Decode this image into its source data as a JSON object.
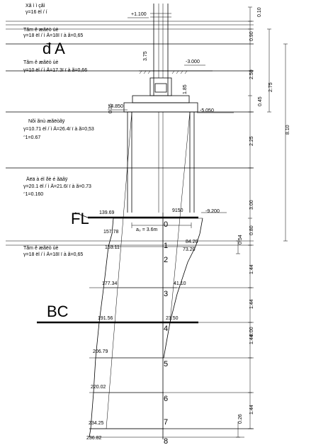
{
  "labels": {
    "da": "đ A",
    "fl": "FL",
    "bc": "BC",
    "pile_width": "a₀ = 3.6m"
  },
  "soil_layers": [
    {
      "l1": "Xã ì ì çãì",
      "l2": "γ=16 ël / í"
    },
    {
      "l1": "Tãm ê æãëò ùè",
      "l2": "γ=18 ël / ì  Ä=18ï ï à   ã=0,65"
    },
    {
      "l1": "Tãm ê æãëò ùè",
      "l2": "γ=10 ël / ì  Ä=17.3ï ï à  ã=0,66"
    },
    {
      "l1": "Nõi ãnù æãëòãÿ",
      "l2": "γ=10.71 ël / ì  Ä=26.4ï ï à  ã=0,53",
      "l3": "ᵔ1=0.67"
    },
    {
      "l1": "Äëä à él ðè é ãäãÿ",
      "l2": "γ=20.1 ël / ì  Ä=21.6ï ï à  ã=0.73",
      "l3": "ᵔ1=0.160"
    },
    {
      "l1": "Tãm ê æãëò ùè",
      "l2": "γ=18 ël / ì  Ä=18ï ï à  ã=0,65"
    }
  ],
  "elevations": {
    "top": "+1.100",
    "ground": "-3.000",
    "cap_left": "-4.850",
    "cap_right": "-5.050",
    "fl": "-9.200"
  },
  "small_dims": {
    "d1": "3.75",
    "d2": "1.85",
    "d3": "0.35"
  },
  "right_dims": [
    "0.10",
    "0.90",
    "2.50",
    "0.45",
    "2.75",
    "2.25",
    "3.00",
    "8.10",
    "0.54",
    "0.80",
    "1.44",
    "1.44",
    "1.44",
    "1.44",
    "0.26",
    "8.00"
  ],
  "pressure_left": [
    "139.69",
    "157.78",
    "153.11",
    "177.34",
    "191.56",
    "206.79",
    "220.02",
    "234.25",
    "236.82"
  ],
  "pressure_right": [
    "9150",
    "84.20",
    "73.20",
    "41.10",
    "23.50"
  ],
  "node_numbers": [
    "0",
    "1",
    "2",
    "3",
    "4",
    "5",
    "6",
    "7",
    "8"
  ]
}
